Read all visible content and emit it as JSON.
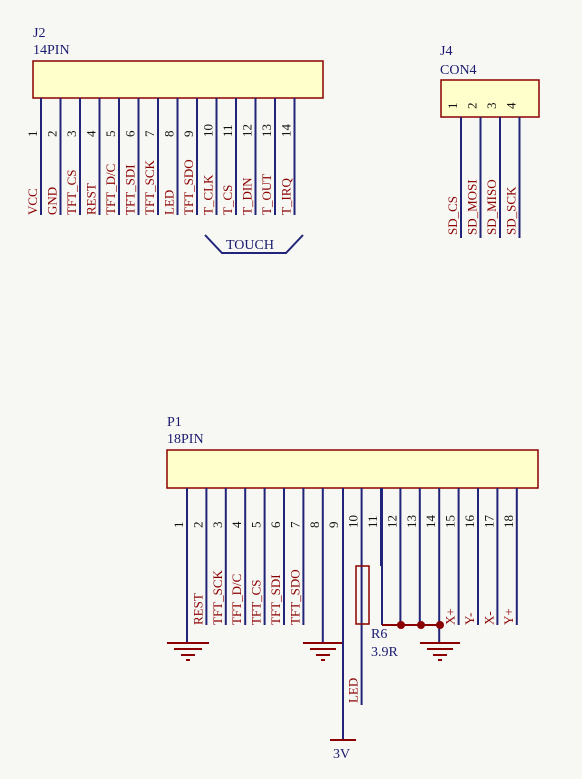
{
  "colors": {
    "background": "#f7f7f3",
    "wire": "#22247a",
    "component": "#8b0000",
    "body_fill": "#ffffcc",
    "text": "#1a1a70"
  },
  "j2": {
    "ref": "J2",
    "value": "14PIN",
    "pins": [
      {
        "num": "1",
        "net": "VCC"
      },
      {
        "num": "2",
        "net": "GND"
      },
      {
        "num": "3",
        "net": "TFT_CS"
      },
      {
        "num": "4",
        "net": "REST"
      },
      {
        "num": "5",
        "net": "TFT_D/C"
      },
      {
        "num": "6",
        "net": "TFT_SDI"
      },
      {
        "num": "7",
        "net": "TFT_SCK"
      },
      {
        "num": "8",
        "net": "LED"
      },
      {
        "num": "9",
        "net": "TFT_SDO"
      },
      {
        "num": "10",
        "net": "T_CLK"
      },
      {
        "num": "11",
        "net": "T_CS"
      },
      {
        "num": "12",
        "net": "T_DIN"
      },
      {
        "num": "13",
        "net": "T_OUT"
      },
      {
        "num": "14",
        "net": "T_IRQ"
      }
    ],
    "group_label": "TOUCH"
  },
  "j4": {
    "ref": "J4",
    "value": "CON4",
    "pins": [
      {
        "num": "1",
        "net": "SD_CS"
      },
      {
        "num": "2",
        "net": "SD_MOSI"
      },
      {
        "num": "3",
        "net": "SD_MISO"
      },
      {
        "num": "4",
        "net": "SD_SCK"
      }
    ]
  },
  "p1": {
    "ref": "P1",
    "value": "18PIN",
    "pins": [
      {
        "num": "1",
        "net": ""
      },
      {
        "num": "2",
        "net": "REST"
      },
      {
        "num": "3",
        "net": "TFT_SCK"
      },
      {
        "num": "4",
        "net": "TFT_D/C"
      },
      {
        "num": "5",
        "net": "TFT_CS"
      },
      {
        "num": "6",
        "net": "TFT_SDI"
      },
      {
        "num": "7",
        "net": "TFT_SDO"
      },
      {
        "num": "8",
        "net": ""
      },
      {
        "num": "9",
        "net": ""
      },
      {
        "num": "10",
        "net": "LED"
      },
      {
        "num": "11",
        "net": ""
      },
      {
        "num": "12",
        "net": ""
      },
      {
        "num": "13",
        "net": ""
      },
      {
        "num": "14",
        "net": ""
      },
      {
        "num": "15",
        "net": "X+"
      },
      {
        "num": "16",
        "net": "Y-"
      },
      {
        "num": "17",
        "net": "X-"
      },
      {
        "num": "18",
        "net": "Y+"
      }
    ]
  },
  "r6": {
    "ref": "R6",
    "value": "3.9R"
  },
  "supply": {
    "label": "3V"
  }
}
